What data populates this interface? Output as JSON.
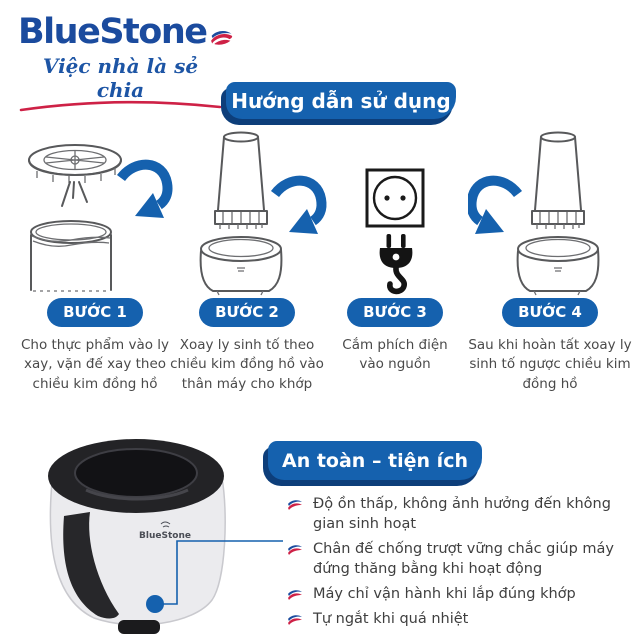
{
  "brand": {
    "logo_text": "BlueStone",
    "tagline": "Việc nhà là sẻ chia",
    "product_label": "BlueStone"
  },
  "section_guide": {
    "title": "Hướng dẫn sử dụng",
    "steps": [
      {
        "badge": "BƯỚC 1",
        "image": "blade-lid-into-cup",
        "description": "Cho thực phẩm vào ly xay, vặn đế xay theo chiều kim đồng hồ"
      },
      {
        "badge": "BƯỚC 2",
        "image": "cup-onto-motor-base-clockwise",
        "description": "Xoay ly sinh tố theo chiều kim đồng hồ vào thân máy cho khớp"
      },
      {
        "badge": "BƯỚC 3",
        "image": "plug-into-socket",
        "description": "Cắm phích điện vào nguồn"
      },
      {
        "badge": "BƯỚC 4",
        "image": "cup-off-motor-base-counterclockwise",
        "description": "Sau khi hoàn tất xoay ly sinh tố ngược chiều kim đồng hồ"
      }
    ]
  },
  "section_safety": {
    "title": "An toàn – tiện ích",
    "bullets": [
      "Độ ồn thấp, không ảnh hưởng đến không gian sinh hoạt",
      "Chân đế chống trượt vững chắc giúp máy đứng thăng bằng khi hoạt động",
      "Máy chỉ vận hành khi lắp đúng khớp",
      "Tự ngắt khi quá nhiệt"
    ]
  },
  "icons": {
    "brand_swoosh": "bluestone-swoosh-icon",
    "bullet_marker": "bluestone-swoosh-bullet-icon",
    "rotate_arrow": "rotate-arrow-icon"
  },
  "colors": {
    "primary_blue": "#1561ae",
    "dark_blue_shadow": "#0d3e7a",
    "logo_blue": "#1b4b9e",
    "accent_red": "#ce2146",
    "body_text": "#4a4a4a"
  }
}
